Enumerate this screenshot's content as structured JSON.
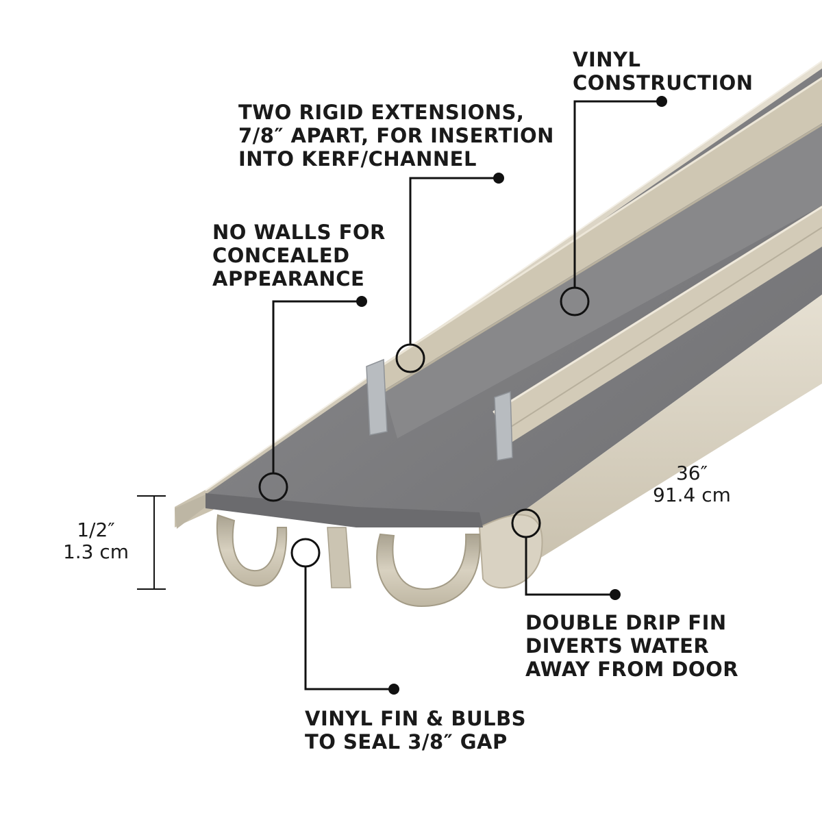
{
  "callouts": {
    "vinyl_construction": [
      "VINYL",
      "CONSTRUCTION"
    ],
    "rigid_extensions": [
      "TWO RIGID EXTENSIONS,",
      "7/8″ APART, FOR INSERTION",
      "INTO KERF/CHANNEL"
    ],
    "no_walls": [
      "NO WALLS FOR",
      "CONCEALED",
      "APPEARANCE"
    ],
    "double_drip_fin": [
      "DOUBLE DRIP FIN",
      "DIVERTS WATER",
      "AWAY FROM DOOR"
    ],
    "vinyl_fin_bulbs": [
      "VINYL FIN & BULBS",
      "TO SEAL 3/8″ GAP"
    ]
  },
  "dimensions": {
    "length": [
      "36″",
      "91.4 cm"
    ],
    "height": [
      "1/2″",
      "1.3 cm"
    ]
  },
  "colors": {
    "vinyl_tan": "#d9d2c2",
    "vinyl_gray": "#7d7d7f",
    "leader": "#111111"
  }
}
